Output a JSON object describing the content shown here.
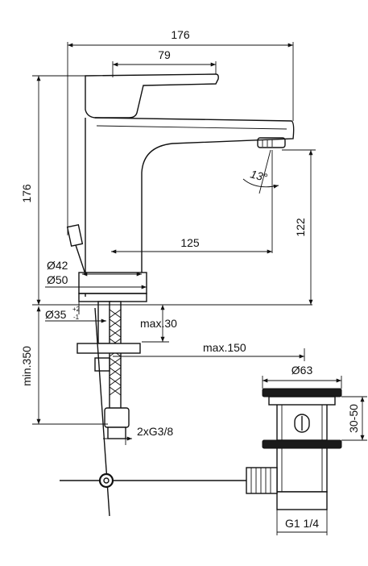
{
  "dimensions": {
    "overall_width": "176",
    "handle_width": "79",
    "overall_height": "176",
    "spout_height": "122",
    "spout_reach": "125",
    "spout_angle": "13°",
    "base_diameter_42": "Ø42",
    "base_diameter_50": "Ø50",
    "hole_diameter": "Ø35",
    "hole_tol_plus": "+2",
    "hole_tol_minus": "-1",
    "max_thickness": "max.30",
    "hose_min_length": "min.350",
    "rod_max": "max.150",
    "connection_thread": "2xG3/8",
    "waste_diameter": "Ø63",
    "waste_range": "30-50",
    "waste_thread": "G1 1/4"
  },
  "colors": {
    "line": "#111111",
    "background": "#ffffff"
  }
}
